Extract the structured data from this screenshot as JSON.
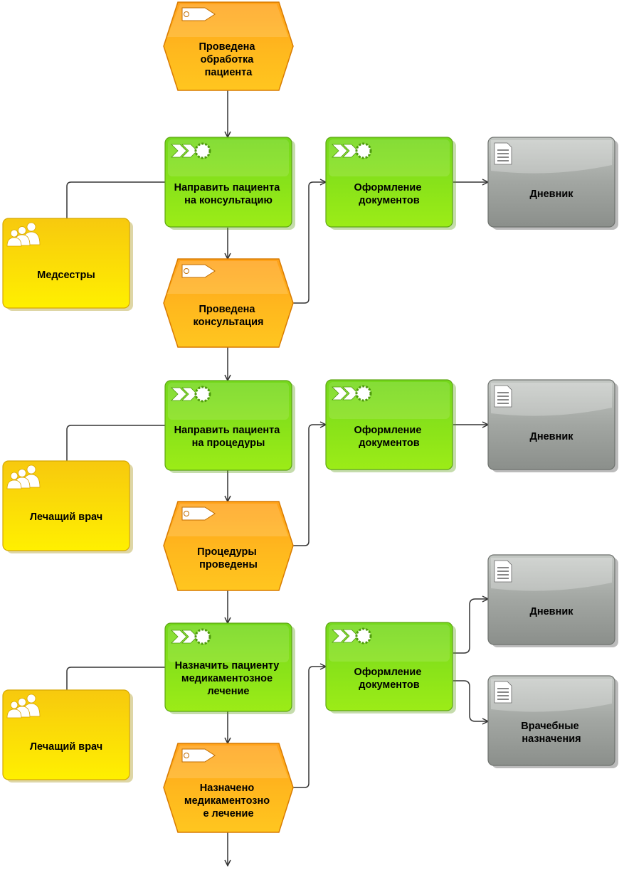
{
  "nodes": {
    "event_processing": {
      "type": "event",
      "label": [
        "Проведена",
        "обработка",
        "пациента"
      ]
    },
    "func_consult": {
      "type": "function",
      "label": [
        "Направить пациента",
        "на консультацию"
      ]
    },
    "func_docs_1": {
      "type": "function",
      "label": [
        "Оформление",
        "документов"
      ]
    },
    "doc_diary_1": {
      "type": "document",
      "label": [
        "Дневник"
      ]
    },
    "org_nurses": {
      "type": "org",
      "label": [
        "Медсестры"
      ]
    },
    "event_consult_done": {
      "type": "event",
      "label": [
        "Проведена",
        "консультация"
      ]
    },
    "func_procedures": {
      "type": "function",
      "label": [
        "Направить пациента",
        "на процедуры"
      ]
    },
    "func_docs_2": {
      "type": "function",
      "label": [
        "Оформление",
        "документов"
      ]
    },
    "doc_diary_2": {
      "type": "document",
      "label": [
        "Дневник"
      ]
    },
    "org_doctor_1": {
      "type": "org",
      "label": [
        "Лечащий врач"
      ]
    },
    "event_procedures_done": {
      "type": "event",
      "label": [
        "Процедуры",
        "проведены"
      ]
    },
    "func_medication": {
      "type": "function",
      "label": [
        "Назначить пациенту",
        "медикаментозное",
        "лечение"
      ]
    },
    "func_docs_3": {
      "type": "function",
      "label": [
        "Оформление",
        "документов"
      ]
    },
    "doc_diary_3": {
      "type": "document",
      "label": [
        "Дневник"
      ]
    },
    "doc_prescriptions": {
      "type": "document",
      "label": [
        "Врачебные",
        "назначения"
      ]
    },
    "org_doctor_2": {
      "type": "org",
      "label": [
        "Лечащий врач"
      ]
    },
    "event_medication_done": {
      "type": "event",
      "label": [
        "Назначено",
        "медикаментозно",
        "е лечение"
      ]
    }
  },
  "colors": {
    "event_fill": "#f7a31c",
    "function_fill": "#7fd320",
    "document_fill": "#9ea39e",
    "org_fill": "#f5d50a",
    "connector": "#333333"
  }
}
